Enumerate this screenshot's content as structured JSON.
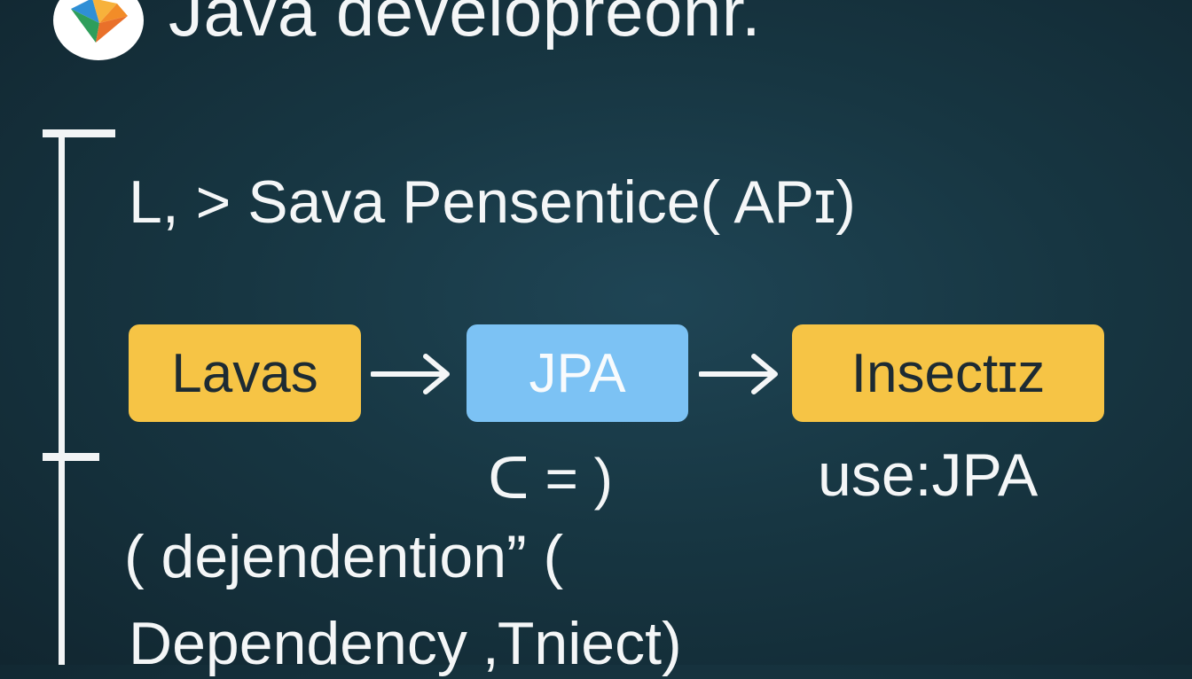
{
  "header": {
    "title": "Java developreonr.",
    "logo_icon": "diamond-logo-icon"
  },
  "colors": {
    "background": "#173642",
    "yellow_box": "#f6c445",
    "blue_box": "#7cc2f4",
    "text": "#f4f6f7"
  },
  "main": {
    "heading": "L, > Sava Pensentice( APɪ)",
    "flow": {
      "box1": "Lavas",
      "box2": "JPA",
      "box3": "Insectɪz",
      "arrow_icon": "right-arrow-icon"
    },
    "symbol_caption": "ᑕ = )",
    "use_caption": "use:JPA",
    "paren_line": "( dejendention” (",
    "dependency_line": "Dependency ‚Tniect)"
  }
}
